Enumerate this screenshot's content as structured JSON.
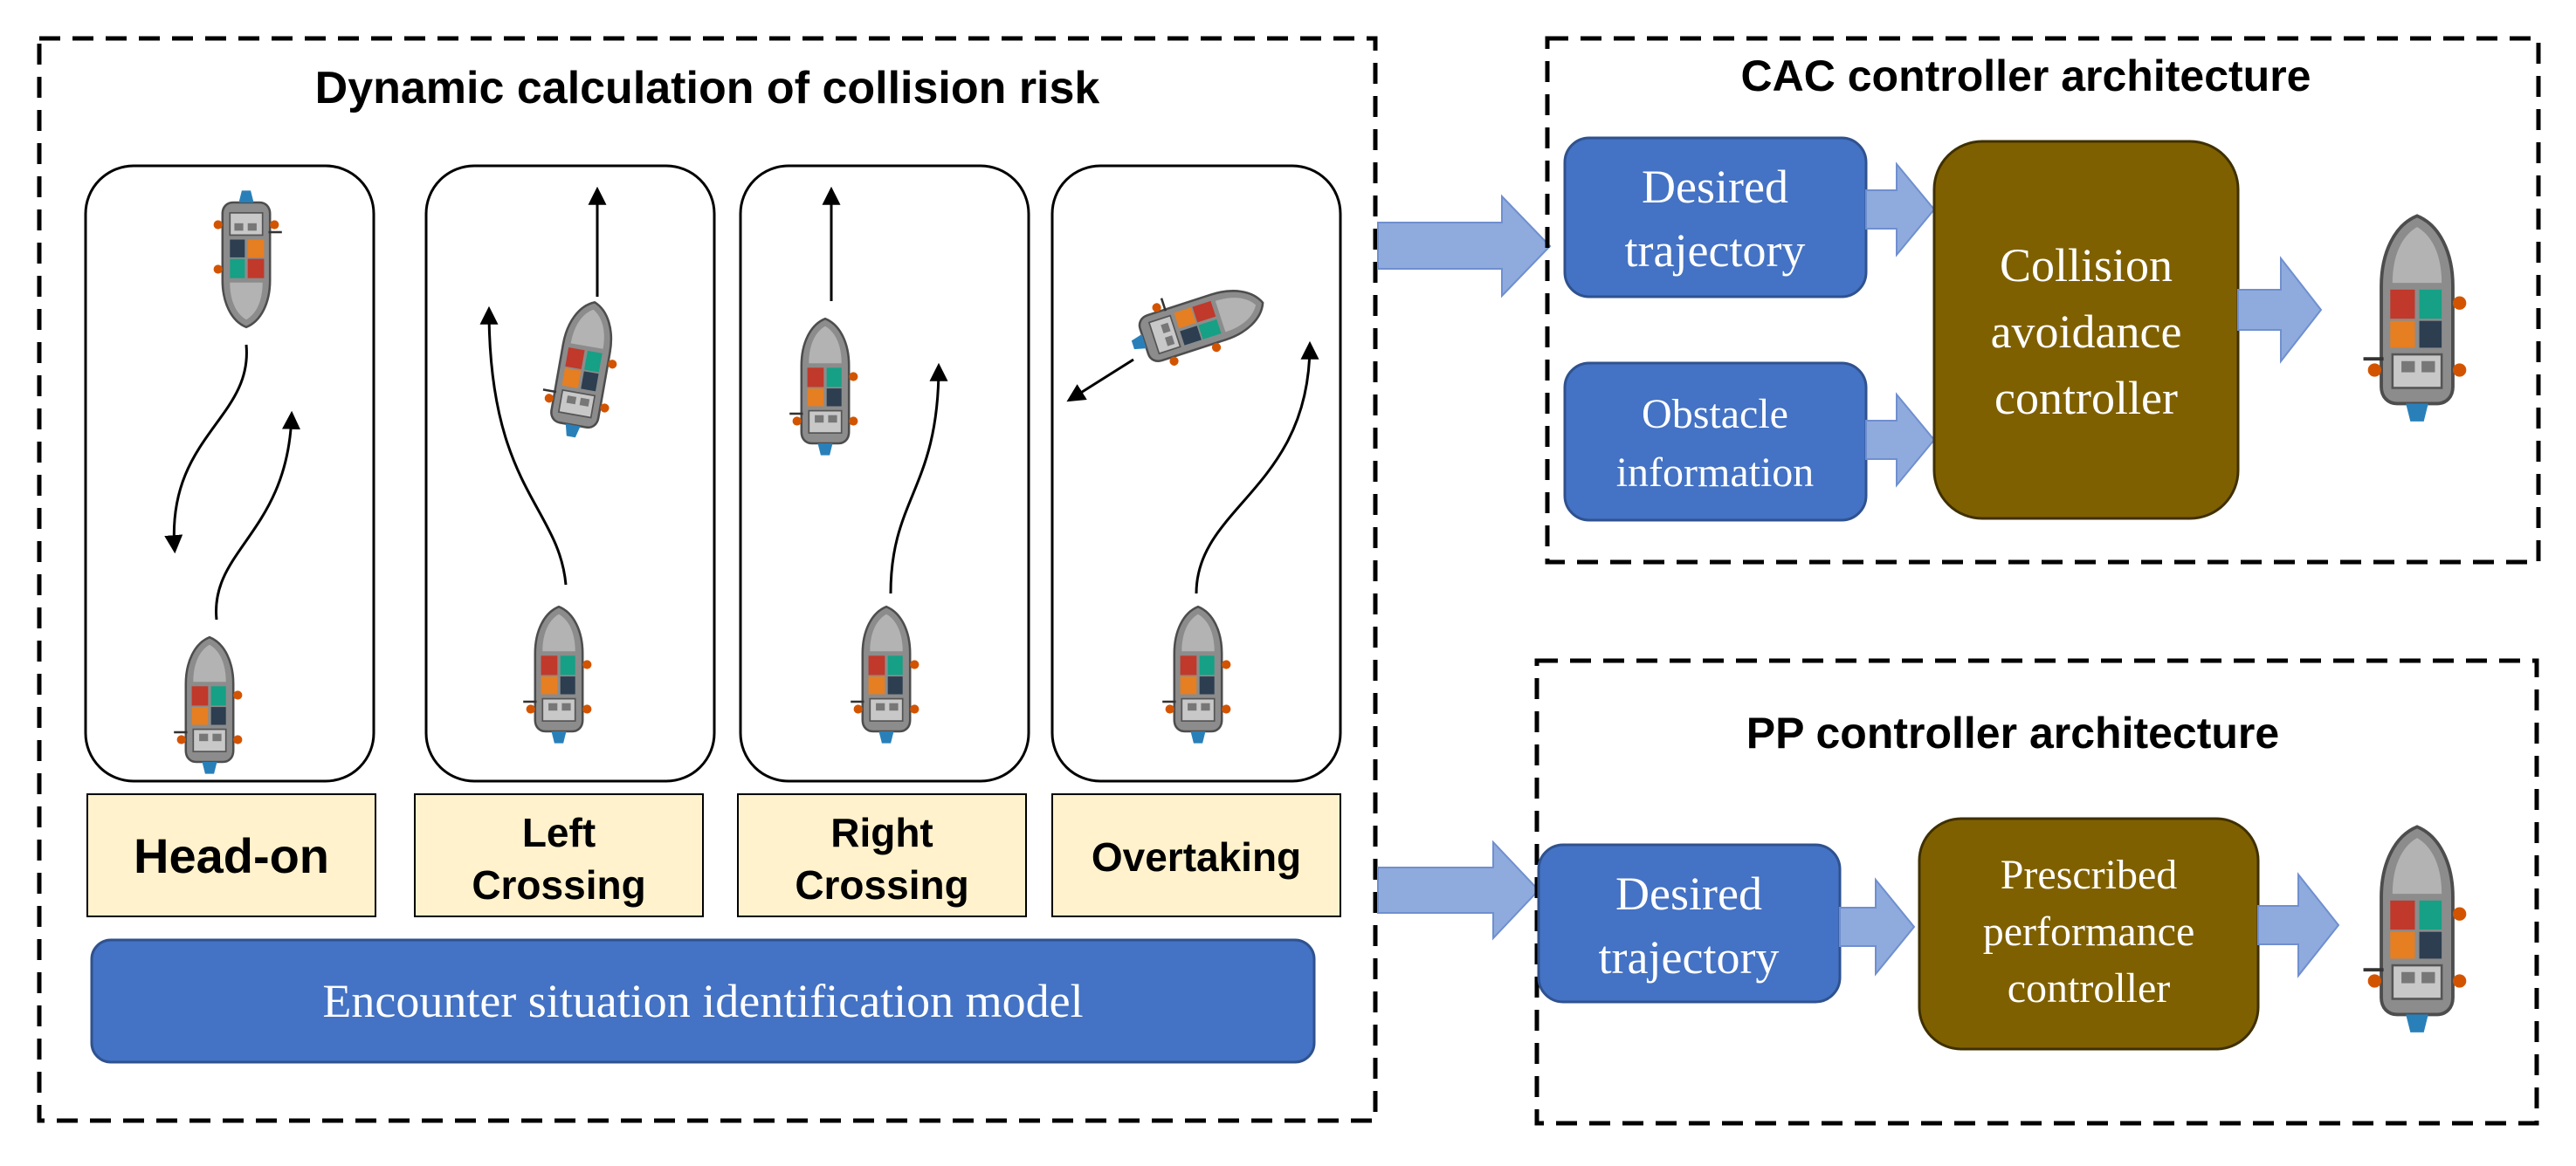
{
  "left_panel": {
    "title": "Dynamic calculation of collision risk",
    "scenarios": [
      {
        "label_lines": [
          "Head-on"
        ]
      },
      {
        "label_lines": [
          "Left",
          "Crossing"
        ]
      },
      {
        "label_lines": [
          "Right",
          "Crossing"
        ]
      },
      {
        "label_lines": [
          "Overtaking"
        ]
      }
    ],
    "model_bar": {
      "label": "Encounter situation identification model"
    }
  },
  "cac_panel": {
    "title": "CAC controller architecture",
    "desired_box": {
      "lines": [
        "Desired",
        "trajectory"
      ]
    },
    "obstacle_box": {
      "lines": [
        "Obstacle",
        "information"
      ]
    },
    "controller_box": {
      "lines": [
        "Collision",
        "avoidance",
        "controller"
      ]
    }
  },
  "pp_panel": {
    "title": "PP controller architecture",
    "desired_box": {
      "lines": [
        "Desired",
        "trajectory"
      ]
    },
    "controller_box": {
      "lines": [
        "Prescribed",
        "performance",
        "controller"
      ]
    }
  },
  "colors": {
    "blue_box": "#4472c4",
    "blue_box_border": "#2f528f",
    "olive_box": "#7f6000",
    "olive_box_border": "#3f3000",
    "label_fill": "#fff2cc",
    "arrow_fill": "#8faadc",
    "arrow_stroke": "#6f8fcf",
    "ship_hull": "#8c8c8c",
    "ship_red": "#c0392b",
    "ship_teal": "#16a085"
  }
}
